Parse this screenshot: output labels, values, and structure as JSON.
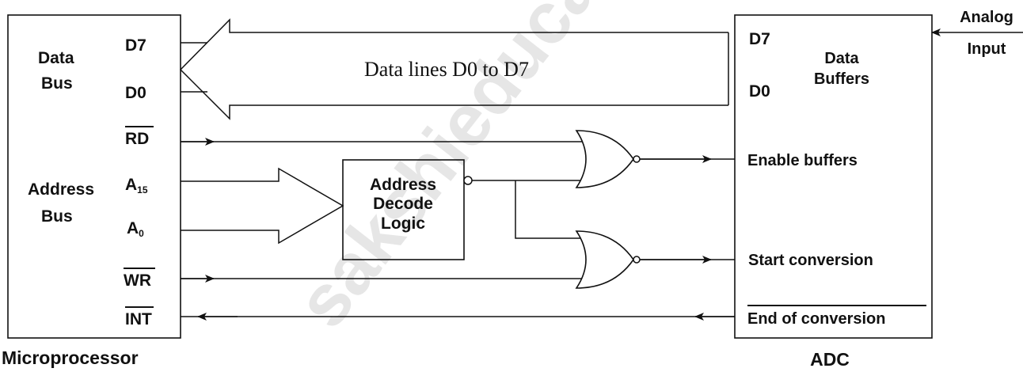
{
  "watermark": "sakshieducation",
  "microprocessor": {
    "title": "Microprocessor",
    "data_bus_line1": "Data",
    "data_bus_line2": "Bus",
    "address_bus_line1": "Address",
    "address_bus_line2": "Bus",
    "pins": {
      "d7": "D7",
      "d0": "D0",
      "rd": "RD",
      "a15_main": "A",
      "a15_sub": "15",
      "a0_main": "A",
      "a0_sub": "0",
      "wr": "WR",
      "int": "INT"
    }
  },
  "data_lines_label": "Data lines D0 to D7",
  "decoder": {
    "line1": "Address",
    "line2": "Decode",
    "line3": "Logic"
  },
  "adc": {
    "title": "ADC",
    "d7": "D7",
    "d0": "D0",
    "buffers_line1": "Data",
    "buffers_line2": "Buffers",
    "enable_buffers": "Enable buffers",
    "start_conversion": "Start conversion",
    "end_of_conversion": "End of conversion"
  },
  "analog_input": {
    "line1": "Analog",
    "line2": "Input"
  }
}
